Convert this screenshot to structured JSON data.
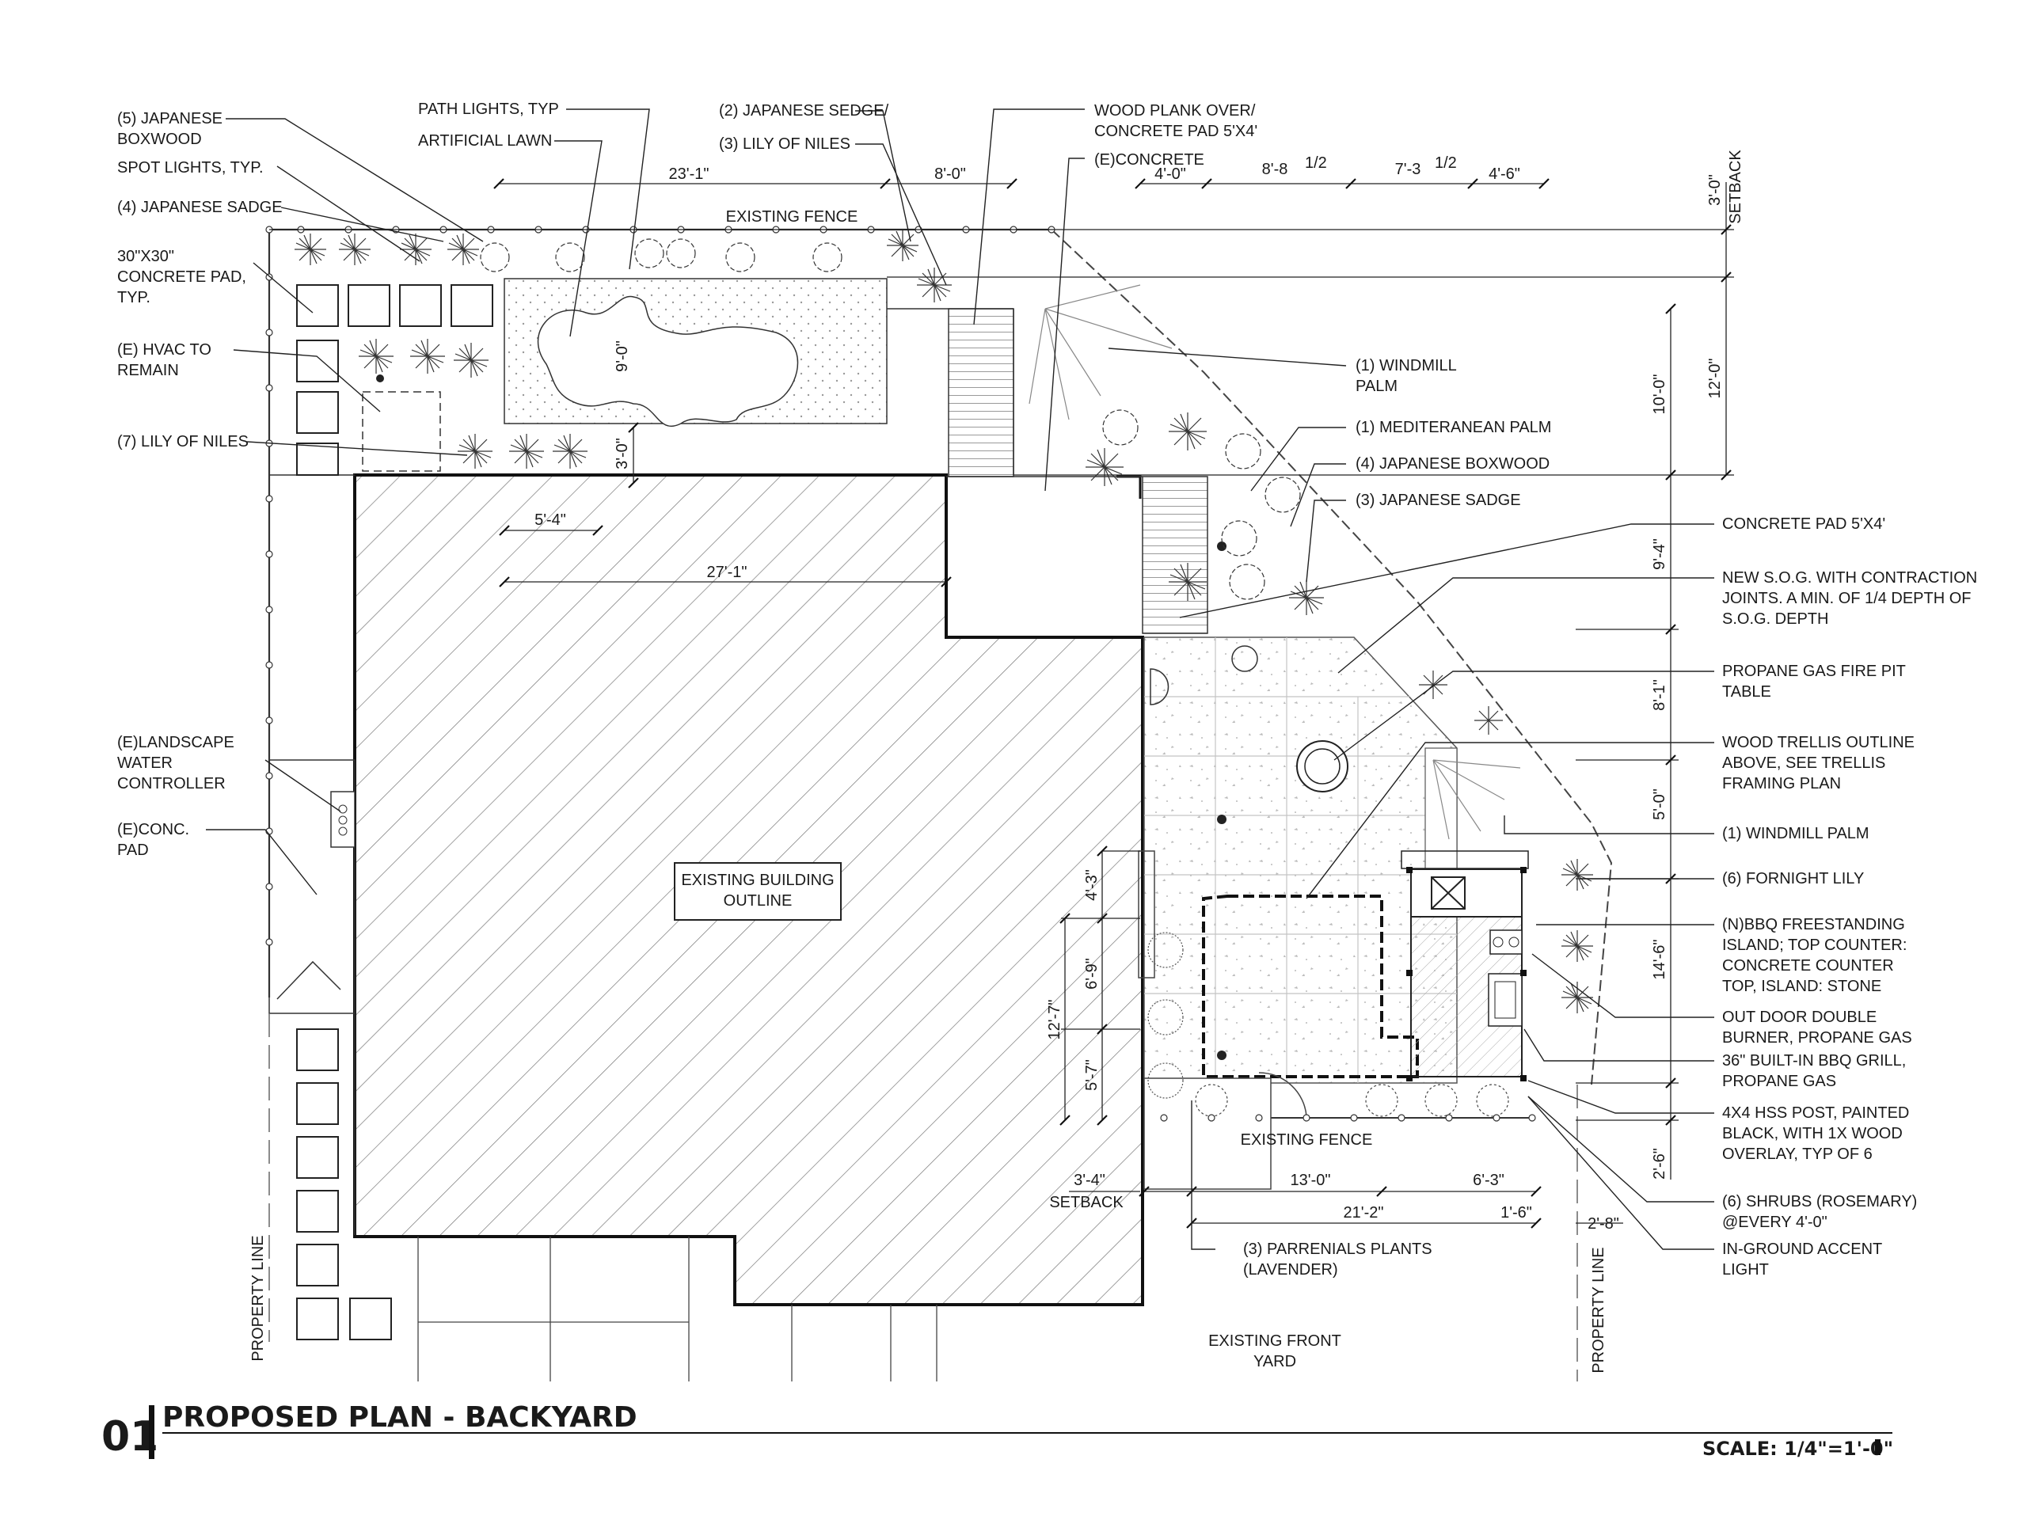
{
  "title": "PROPOSED PLAN - BACKYARD",
  "sheet_number": "01",
  "scale": "SCALE: 1/4\"=1'-0\"",
  "center_labels": {
    "building": [
      "EXISTING BUILDING",
      "OUTLINE"
    ],
    "front_yard": [
      "EXISTING FRONT",
      "YARD"
    ],
    "fence_top": "EXISTING FENCE",
    "fence_bottom": "EXISTING FENCE",
    "property_line": "PROPERTY LINE",
    "setback": "SETBACK"
  },
  "left_notes": [
    [
      "(5) JAPANESE",
      "BOXWOOD"
    ],
    [
      "SPOT LIGHTS, TYP."
    ],
    [
      "(4) JAPANESE SADGE"
    ],
    [
      "30\"X30\"",
      "CONCRETE PAD,",
      "TYP."
    ],
    [
      "(E) HVAC TO",
      "REMAIN"
    ],
    [
      "(7) LILY OF NILES"
    ],
    [
      "(E)LANDSCAPE",
      "WATER",
      "CONTROLLER"
    ],
    [
      "(E)CONC.",
      "PAD"
    ]
  ],
  "top_notes": [
    [
      "PATH LIGHTS, TYP"
    ],
    [
      "ARTIFICIAL LAWN"
    ],
    [
      "(2) JAPANESE SEDGE/"
    ],
    [
      "(3) LILY OF NILES"
    ],
    [
      "WOOD PLANK OVER/",
      "CONCRETE  PAD 5'X4'"
    ],
    [
      "(E)CONCRETE"
    ]
  ],
  "right_notes": [
    [
      "(1) WINDMILL",
      "PALM"
    ],
    [
      "(1) MEDITERANEAN PALM"
    ],
    [
      "(4) JAPANESE BOXWOOD"
    ],
    [
      "(3) JAPANESE SADGE"
    ],
    [
      "CONCRETE  PAD 5'X4'"
    ],
    [
      "NEW S.O.G. WITH CONTRACTION",
      "JOINTS. A MIN. OF 1/4 DEPTH OF",
      "S.O.G. DEPTH"
    ],
    [
      "PROPANE GAS FIRE PIT",
      "TABLE"
    ],
    [
      "WOOD TRELLIS OUTLINE",
      "ABOVE, SEE TRELLIS",
      "FRAMING PLAN"
    ],
    [
      "(1) WINDMILL PALM"
    ],
    [
      "(6) FORNIGHT LILY"
    ],
    [
      "(N)BBQ FREESTANDING",
      "ISLAND; TOP COUNTER:",
      "CONCRETE COUNTER",
      "TOP, ISLAND: STONE"
    ],
    [
      "OUT DOOR DOUBLE",
      "BURNER, PROPANE GAS"
    ],
    [
      "36\" BUILT-IN BBQ GRILL,",
      "PROPANE GAS"
    ],
    [
      "4X4 HSS POST, PAINTED",
      "BLACK, WITH 1X WOOD",
      "OVERLAY, TYP OF 6"
    ],
    [
      "(6) SHRUBS (ROSEMARY)",
      "@EVERY 4'-0\""
    ],
    [
      "IN-GROUND ACCENT",
      "LIGHT"
    ]
  ],
  "bottom_notes": [
    [
      "(3) PARRENIALS PLANTS",
      "(LAVENDER)"
    ]
  ],
  "dimensions": {
    "top": [
      "23'-1\"",
      "8'-0\"",
      "4'-0\"",
      "8'-8",
      "7'-3",
      "4'-6\""
    ],
    "top_frac": "1/2",
    "setback_top": "3'-0\"",
    "right": [
      "12'-0\"",
      "10'-0\"",
      "9'-4\"",
      "8'-1\"",
      "5'-0\"",
      "14'-6\"",
      "2'-6\"",
      "2'-8\""
    ],
    "lawn": [
      "9'-0\"",
      "3'-0\"",
      "5'-4\"",
      "27'-1\""
    ],
    "patio_left": [
      "4'-3\"",
      "6'-9\"",
      "12'-7\"",
      "5'-7\""
    ],
    "bottom": [
      "3'-4\"",
      "13'-0\"",
      "6'-3\"",
      "21'-2\"",
      "1'-6\""
    ]
  }
}
